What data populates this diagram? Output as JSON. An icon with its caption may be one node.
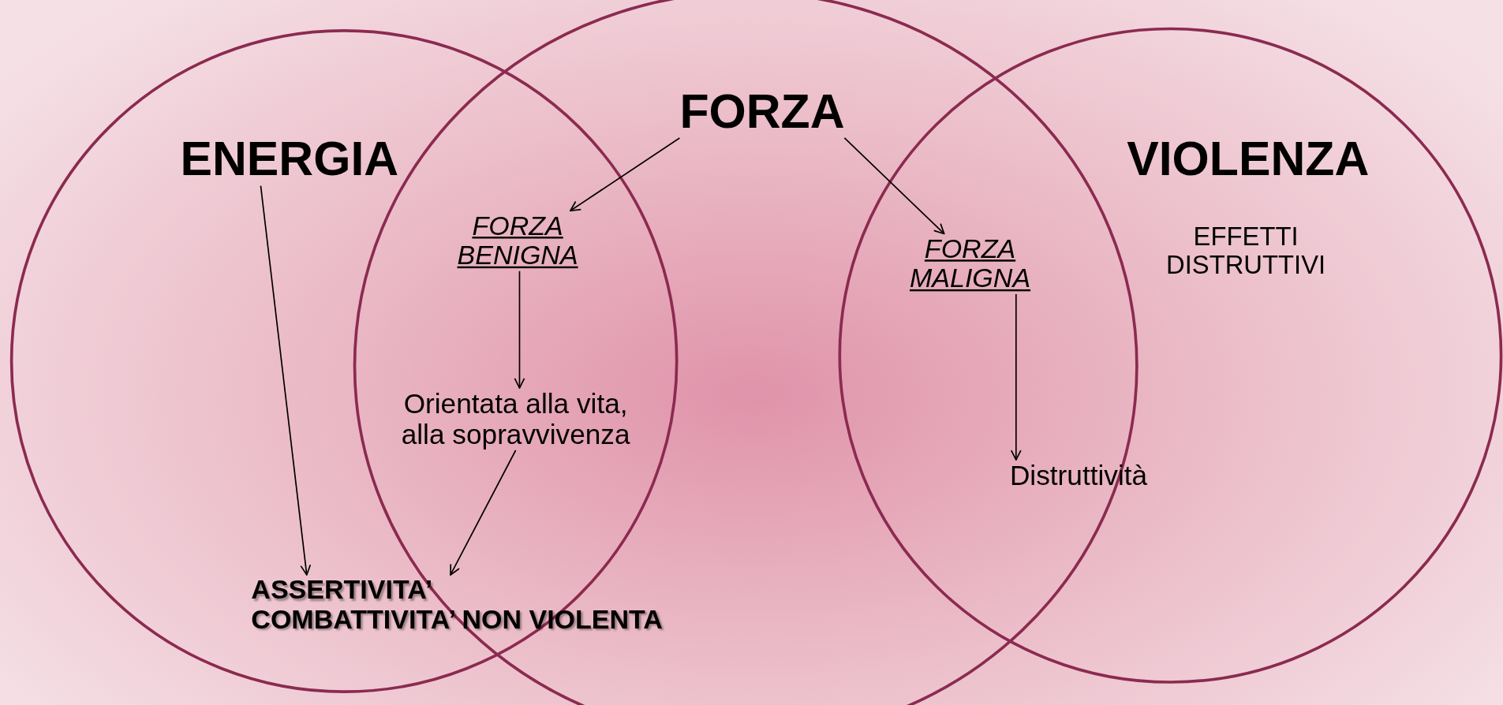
{
  "diagram": {
    "nodes": [
      {
        "text": [
          "ENERGIA"
        ]
      },
      {
        "text": [
          "FORZA"
        ]
      },
      {
        "text": [
          "VIOLENZA"
        ]
      },
      {
        "text": [
          "FORZA BENIGNA"
        ]
      },
      {
        "text": [
          "FORZA MALIGNA"
        ]
      },
      {
        "text": [
          "Orientata alla vita, alla sopravvivenza"
        ]
      },
      {
        "text": [
          "Distruttività"
        ]
      },
      {
        "text": [
          "ASSERTIVITA’ COMBATTIVITA’ NON VIOLENTA"
        ]
      }
    ],
    "edges": [
      {
        "from": 1,
        "to": 3,
        "arrow": "to"
      },
      {
        "from": 1,
        "to": 4,
        "arrow": "to"
      },
      {
        "from": 3,
        "to": 5,
        "arrow": "to"
      },
      {
        "from": 4,
        "to": 6,
        "arrow": "to"
      },
      {
        "from": 0,
        "to": 7,
        "arrow": "to"
      },
      {
        "from": 5,
        "to": 7,
        "arrow": "to"
      }
    ],
    "labels": [
      "EFFETTI DISTRUTTIVI"
    ]
  }
}
